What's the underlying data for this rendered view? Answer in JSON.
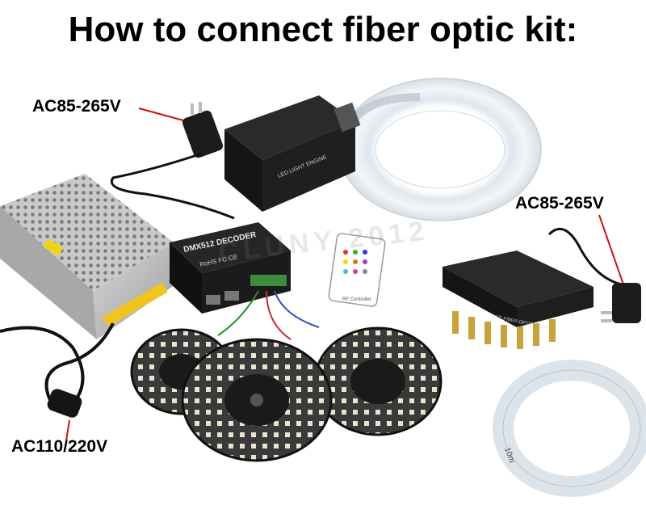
{
  "title": "How to connect fiber optic kit:",
  "labels": {
    "top_left_power": "AC85-265V",
    "right_power": "AC85-265V",
    "bottom_left_power": "AC110/220V"
  },
  "device_text": {
    "dmx_decoder": "DMX512 DECODER",
    "dmx_marks": "RoHS FC CE",
    "engine_label": "LED LIGHT ENGINE",
    "fiber_box_label": "LED FIBER OPTIC LIGHT",
    "remote_label": "RF Controller",
    "fiber_coil_tag": "10m"
  },
  "watermark": "CLUNY 2012",
  "colors": {
    "background": "#ffffff",
    "arrow": "#d01010",
    "device": "#1c1c1c"
  }
}
